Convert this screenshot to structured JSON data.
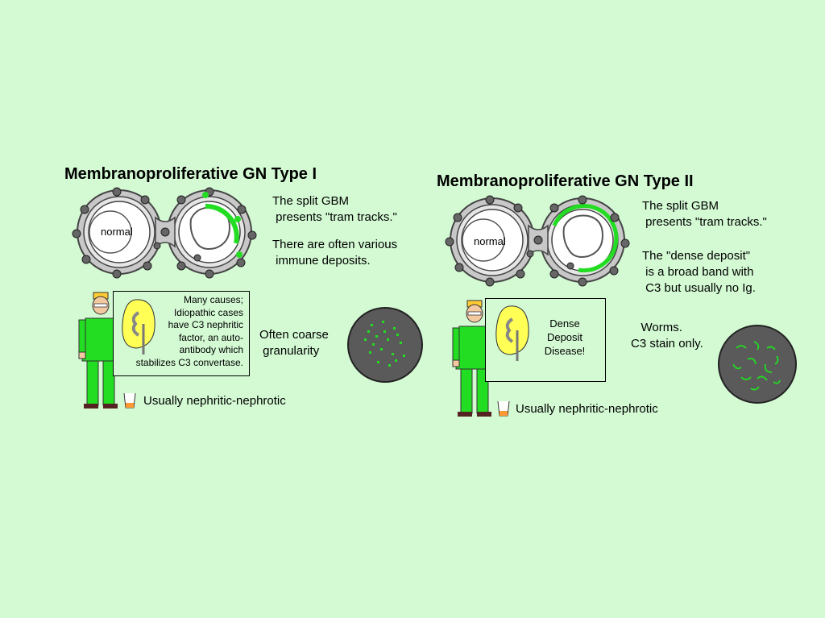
{
  "type1": {
    "title": "Membranoproliferative GN Type I",
    "normal_label": "normal",
    "gbm_note": "The split GBM\n presents \"tram tracks.\"",
    "deposit_note": "There are often various\n immune deposits.",
    "causes_box": "Many causes;\nIdiopathic cases\nhave C3 nephritic\nfactor, an auto-\nantibody which\nstabilizes C3 convertase.",
    "granularity_note": "Often coarse\n granularity",
    "urine_note": "Usually nephritic-nephrotic"
  },
  "type2": {
    "title": "Membranoproliferative GN Type II",
    "normal_label": "normal",
    "gbm_note": "The split GBM\n presents \"tram tracks.\"",
    "dense_note": "The \"dense deposit\"\n is a broad band with\n C3 but usually no Ig.",
    "box_text": "Dense\nDeposit\nDisease!",
    "worms_note": "   Worms.\nC3 stain only.",
    "urine_note": "Usually nephritic-nephrotic"
  },
  "colors": {
    "background": "#d4fad4",
    "deposit_green": "#22dd22",
    "doctor_green": "#22dd22",
    "kidney_yellow": "#ffff55",
    "stain_circle": "#5a5a5a"
  }
}
